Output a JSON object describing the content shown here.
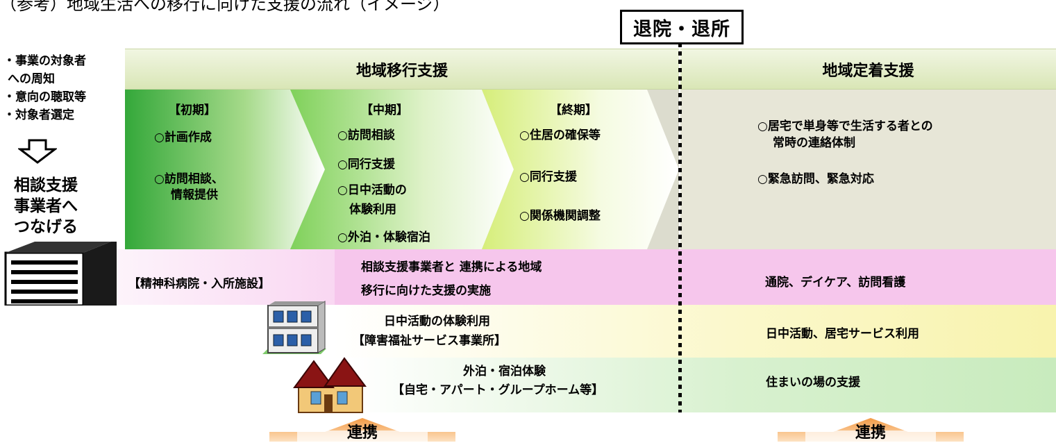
{
  "page_title": "（参考）地域生活への移行に向けた支援の流れ（イメージ）",
  "milestone": "退院・退所",
  "left_notes": [
    "・事業の対象者",
    "への周知",
    "・意向の聴取等",
    "・対象者選定"
  ],
  "left_big": [
    "相談支援",
    "事業者へ",
    "つなげる"
  ],
  "header": {
    "ikou": "地域移行支援",
    "teichaku": "地域定着支援"
  },
  "phases": {
    "early": {
      "title": "【初期】",
      "items": [
        "○計画作成",
        "○訪問相談、",
        "情報提供"
      ]
    },
    "middle": {
      "title": "【中期】",
      "items": [
        "○訪問相談",
        "○同行支援",
        "○日中活動の",
        "体験利用",
        "○外泊・体験宿泊"
      ]
    },
    "late": {
      "title": "【終期】",
      "items": [
        "○住居の確保等",
        "○同行支援",
        "○関係機関調整"
      ]
    }
  },
  "teichaku_items": [
    "○居宅で単身等で生活する者との",
    "常時の連絡体制",
    "○緊急訪問、緊急対応"
  ],
  "bands": {
    "hospital": {
      "label": "【精神科病院・入所施設】",
      "center": [
        "相談支援事業者と 連携による地域",
        "移行に向けた支援の実施"
      ],
      "right": "通院、デイケア、訪問看護"
    },
    "service": {
      "center": [
        "日中活動の体験利用",
        "【障害福祉サービス事業所】"
      ],
      "right": "日中活動、居宅サービス利用"
    },
    "home": {
      "center": [
        "外泊・宿泊体験",
        "【自宅・アパート・グループホーム等】"
      ],
      "right": "住まいの場の支援"
    }
  },
  "renkei_left": "連携",
  "renkei_right": "連携",
  "colors": {
    "header": "#d9e6b6",
    "phase_green_dark": "#3aaa35",
    "phase_green_light": "#d8ee90",
    "pink_band": "#f6c6ec",
    "yellow_band": "#f8f3ad",
    "green_band": "#c8ebbd",
    "arrow_orange": "#f4a45a"
  }
}
